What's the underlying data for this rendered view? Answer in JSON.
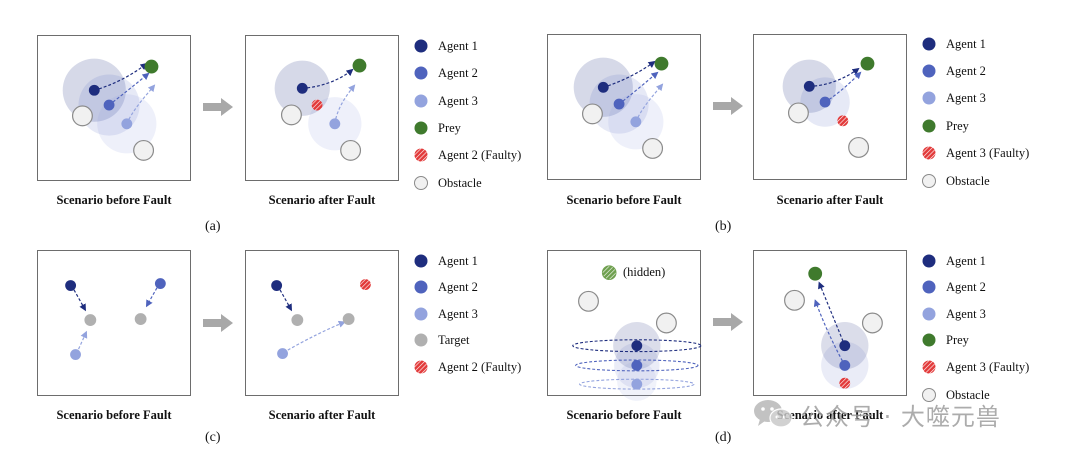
{
  "captions": {
    "before": "Scenario before Fault",
    "after": "Scenario after Fault"
  },
  "sublabels": {
    "a": "(a)",
    "b": "(b)",
    "c": "(c)",
    "d": "(d)"
  },
  "legend_a": [
    "Agent 1",
    "Agent 2",
    "Agent 3",
    "Prey",
    "Agent 2 (Faulty)",
    "Obstacle"
  ],
  "legend_b": [
    "Agent 1",
    "Agent 2",
    "Agent 3",
    "Prey",
    "Agent 3 (Faulty)",
    "Obstacle"
  ],
  "legend_c": [
    "Agent 1",
    "Agent 2",
    "Agent 3",
    "Target",
    "Agent 2 (Faulty)"
  ],
  "legend_d": [
    "Agent 1",
    "Agent 2",
    "Agent 3",
    "Prey",
    "Agent 3 (Faulty)",
    "Obstacle"
  ],
  "hidden_label": "(hidden)",
  "watermark_text": "公众号 · 大噬元兽",
  "colors": {
    "agent1": "#1e2d7e",
    "agent2": "#4f63bd",
    "agent3": "#93a3de",
    "prey": "#3f7a2d",
    "target": "#b0b0b0",
    "faulty": "#e23a3a",
    "obstacle": "#f1f1f1",
    "obstacle_stroke": "#8a8a8a",
    "border": "#6d6d6d",
    "step_arrow": "#a8a8a8"
  }
}
